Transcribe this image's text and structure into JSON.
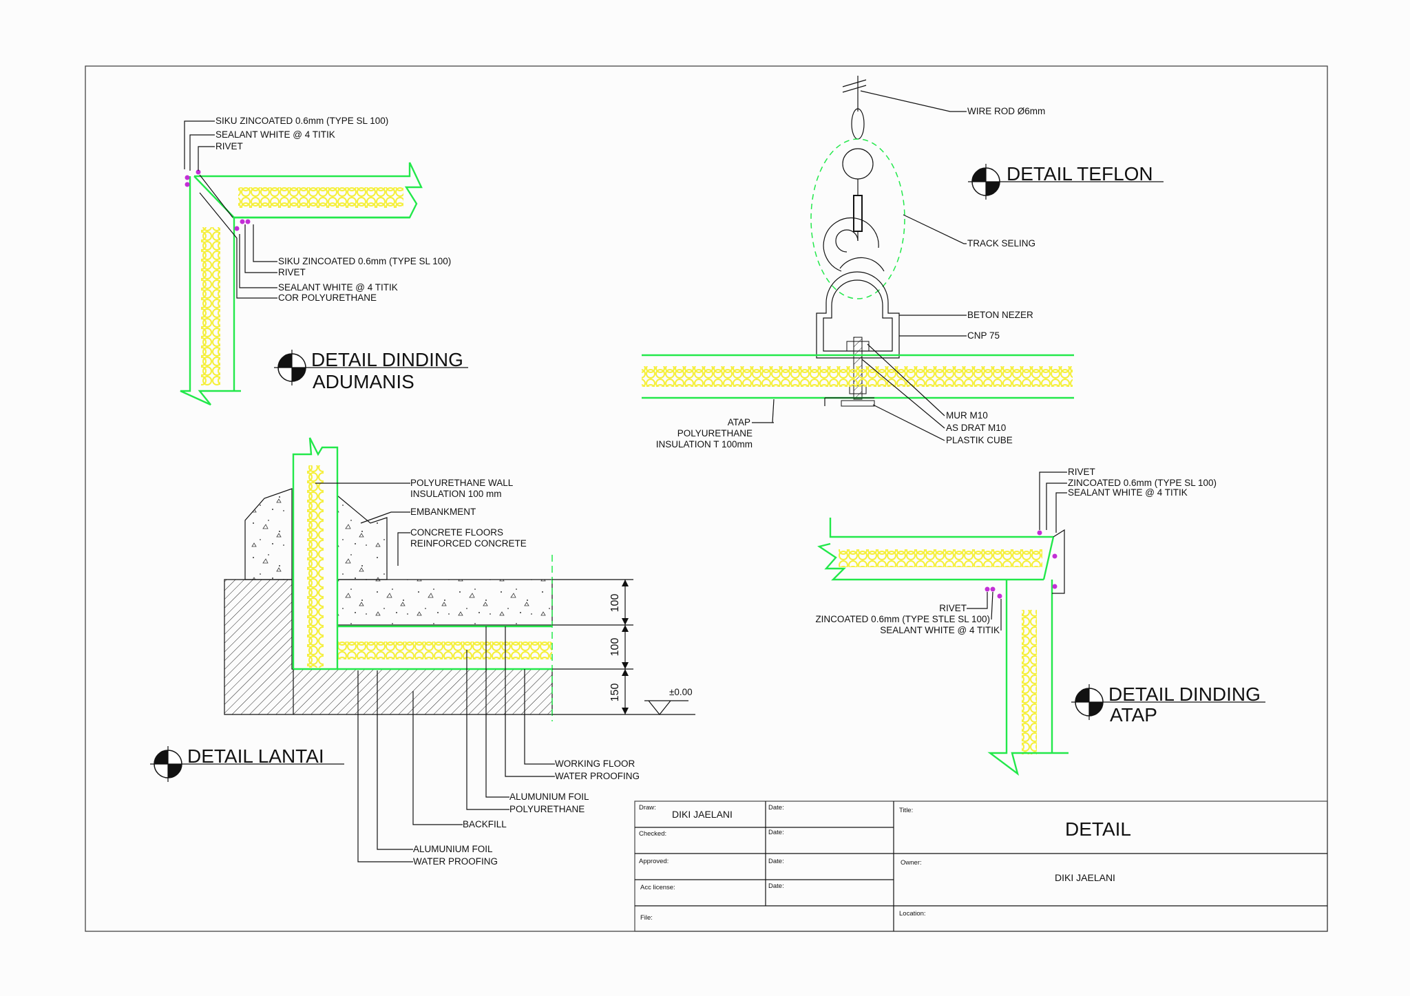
{
  "adumanis": {
    "title1": "DETAIL DINDING",
    "title2": "ADUMANIS",
    "labels_top": [
      "SIKU ZINCOATED 0.6mm (TYPE SL 100)",
      "SEALANT WHITE @ 4 TITIK",
      "RIVET"
    ],
    "labels_mid": [
      "SIKU ZINCOATED 0.6mm (TYPE SL 100)",
      "RIVET",
      "SEALANT WHITE @ 4 TITIK",
      "COR POLYURETHANE"
    ]
  },
  "teflon": {
    "title": "DETAIL TEFLON",
    "labels": [
      "WIRE ROD Ø6mm",
      "TRACK SELING",
      "BETON NEZER",
      "CNP 75",
      "MUR M10",
      "AS DRAT M10",
      "PLASTIK CUBE"
    ],
    "atap": [
      "ATAP",
      "POLYURETHANE",
      "INSULATION T 100mm"
    ]
  },
  "lantai": {
    "title": "DETAIL LANTAI",
    "labels_top": [
      "POLYURETHANE WALL",
      "INSULATION 100 mm",
      "EMBANKMENT",
      "CONCRETE FLOORS",
      "REINFORCED CONCRETE"
    ],
    "dims": [
      "100",
      "100",
      "150"
    ],
    "level": "±0.00",
    "labels_bottom": [
      "WORKING FLOOR",
      "WATER PROOFING",
      "ALUMUNIUM FOIL",
      "POLYURETHANE",
      "BACKFILL",
      "ALUMUNIUM FOIL",
      "WATER PROOFING"
    ]
  },
  "atap": {
    "title1": "DETAIL DINDING",
    "title2": "ATAP",
    "labels_top": [
      "RIVET",
      "ZINCOATED 0.6mm (TYPE SL 100)",
      "SEALANT WHITE @ 4 TITIK"
    ],
    "labels_mid": [
      "RIVET",
      "ZINCOATED 0.6mm (TYPE STLE SL 100)",
      "SEALANT WHITE @ 4 TITIK"
    ]
  },
  "titleblock": {
    "draw_label": "Draw:",
    "draw_value": "DIKI JAELANI",
    "checked_label": "Checked:",
    "approved_label": "Approved:",
    "acc_label": "Acc license:",
    "file_label": "File:",
    "date_label": "Date:",
    "title_label": "Title:",
    "title_value": "DETAIL",
    "owner_label": "Owner:",
    "owner_value": "DIKI JAELANI",
    "location_label": "Location:"
  },
  "colors": {
    "panel": "#22e84a",
    "insulation": "#f5ef3a",
    "rivet": "#c32fd6"
  }
}
